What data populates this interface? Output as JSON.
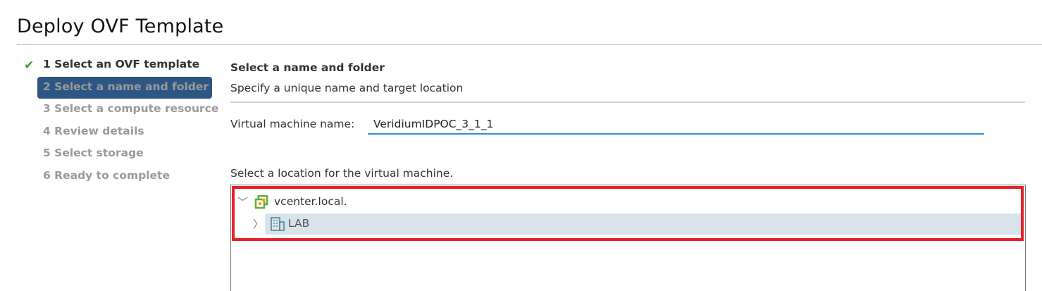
{
  "dialog": {
    "title": "Deploy OVF Template"
  },
  "steps": [
    {
      "label": "1 Select an OVF template",
      "state": "completed"
    },
    {
      "label": "2 Select a name and folder",
      "state": "active"
    },
    {
      "label": "3 Select a compute resource",
      "state": "pending"
    },
    {
      "label": "4 Review details",
      "state": "pending"
    },
    {
      "label": "5 Select storage",
      "state": "pending"
    },
    {
      "label": "6 Ready to complete",
      "state": "pending"
    }
  ],
  "main": {
    "heading": "Select a name and folder",
    "subheading": "Specify a unique name and target location",
    "vm_name_label": "Virtual machine name:",
    "vm_name_value": "VeridiumIDPOC_3_1_1",
    "location_label": "Select a location for the virtual machine.",
    "tree": [
      {
        "label": "vcenter.local.",
        "icon": "vcenter-icon",
        "expanded": true
      },
      {
        "label": "LAB",
        "icon": "datacenter-icon",
        "expanded": false,
        "selected": true
      }
    ]
  },
  "colors": {
    "accent": "#2e5684",
    "highlight": "#e8202a",
    "input_underline": "#2f8fd0"
  }
}
